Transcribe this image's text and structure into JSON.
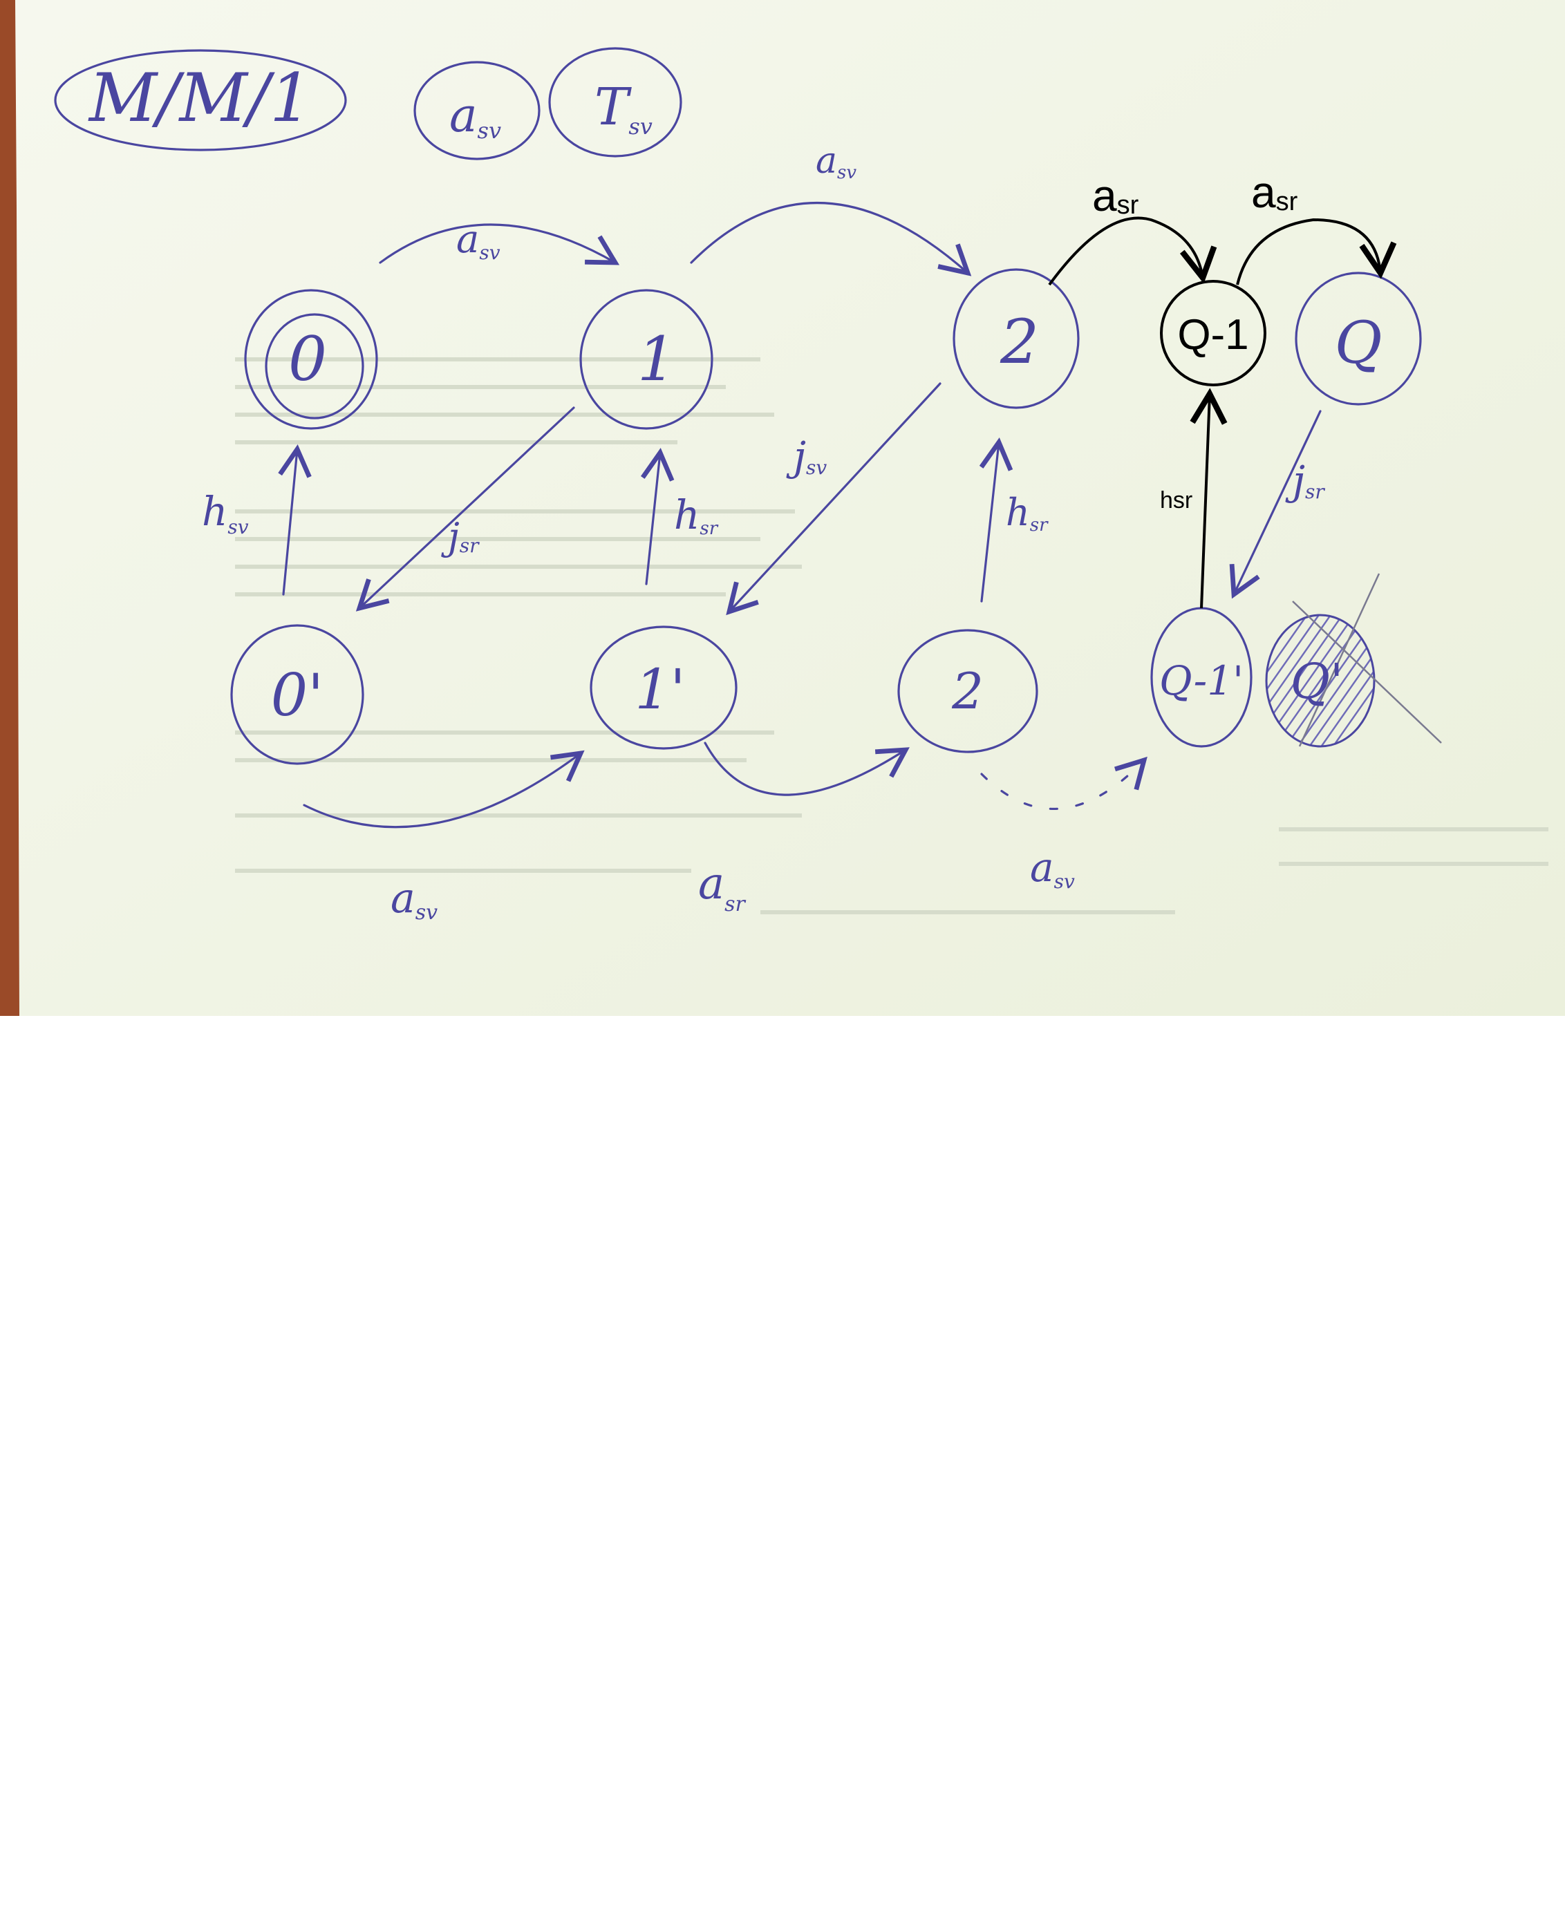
{
  "colors": {
    "paper": "#f3f6e9",
    "paper_shadow": "#e4ead6",
    "table_edge": "#9a4a28",
    "pencil": "#4a46a0",
    "print_ink": "#000000",
    "canvas": "#ffffff"
  },
  "header": {
    "model_label": "M/M/1",
    "bubble_a_label": "a",
    "bubble_a_sub": "sv",
    "bubble_t_label": "T",
    "bubble_t_sub": "sv"
  },
  "top_row_states": [
    {
      "id": "0",
      "label": "0"
    },
    {
      "id": "1",
      "label": "1"
    },
    {
      "id": "2",
      "label": "2"
    },
    {
      "id": "q-1",
      "label": "Q-1",
      "printed": true
    },
    {
      "id": "q",
      "label": "Q"
    }
  ],
  "bottom_row_states": [
    {
      "id": "0p",
      "label": "0'"
    },
    {
      "id": "1p",
      "label": "1'"
    },
    {
      "id": "2p",
      "label": "2"
    },
    {
      "id": "q-1p",
      "label": "Q-1'"
    },
    {
      "id": "qp",
      "label": "Q'",
      "crossed_out": true
    }
  ],
  "edge_labels": {
    "top_0_1": {
      "main": "a",
      "sub": "sv"
    },
    "top_1_2": {
      "main": "a",
      "sub": "sv"
    },
    "top_2_q1": {
      "main": "a",
      "sub": "sr"
    },
    "top_q1_q": {
      "main": "a",
      "sub": "sr"
    },
    "up_0": {
      "main": "h",
      "sub": "sv"
    },
    "up_1": {
      "main": "h",
      "sub": "sr"
    },
    "up_2": {
      "main": "h",
      "sub": "sr"
    },
    "up_q1": {
      "main": "hsr"
    },
    "diag_1_0": {
      "main": "j",
      "sub": "sr"
    },
    "diag_2_1": {
      "main": "j",
      "sub": "sv"
    },
    "diag_q_q1": {
      "main": "j",
      "sub": "sr"
    },
    "bottom_0_1": {
      "main": "a",
      "sub": "sv"
    },
    "bottom_1_2": {
      "main": "a",
      "sub": "sr"
    },
    "bottom_2_q1": {
      "main": "a",
      "sub": "sv"
    }
  }
}
